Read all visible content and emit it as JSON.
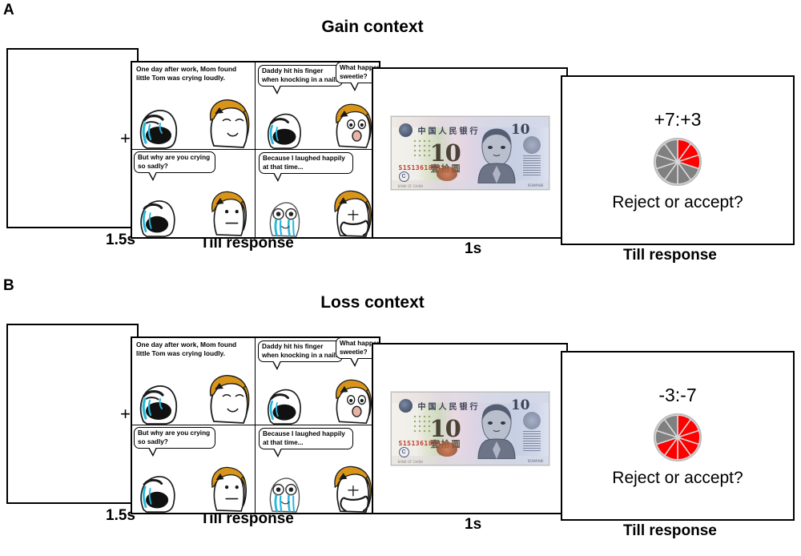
{
  "figure": {
    "panels": [
      {
        "letter": "A",
        "title": "Gain context",
        "screens": {
          "fixation": {
            "symbol": "+",
            "duration": "1.5s"
          },
          "story": {
            "duration": "Till response",
            "cells": [
              {
                "narration": "One day after work, Mom found little Tom was crying loudly.",
                "bubbles": []
              },
              {
                "narration": "",
                "bubbles": [
                  "Daddy hit his finger when knocking in a nail.",
                  "What happened, sweetie?"
                ]
              },
              {
                "narration": "",
                "bubbles": [
                  "But why are you crying so sadly?"
                ]
              },
              {
                "narration": "",
                "bubbles": [
                  "Because I laughed happily at that time..."
                ]
              }
            ]
          },
          "money": {
            "duration": "1s",
            "note": {
              "denomination": "10",
              "bank_name": "中国人民银行",
              "amount_chinese": "壹拾圆",
              "serial": "S1S1361804",
              "badge": "C"
            }
          },
          "decision": {
            "duration": "Till response",
            "offer": "+7:+3",
            "question": "Reject or accept?",
            "pie": {
              "segments": 10,
              "highlighted": 3,
              "highlight_color": "#ff0000",
              "base_color": "#808080"
            }
          }
        }
      },
      {
        "letter": "B",
        "title": "Loss context",
        "screens": {
          "fixation": {
            "symbol": "+",
            "duration": "1.5s"
          },
          "story": {
            "duration": "Till response",
            "cells": [
              {
                "narration": "One day after work, Mom found little Tom was crying loudly.",
                "bubbles": []
              },
              {
                "narration": "",
                "bubbles": [
                  "Daddy hit his finger when knocking in a nail.",
                  "What happened, sweetie?"
                ]
              },
              {
                "narration": "",
                "bubbles": [
                  "But why are you crying so sadly?"
                ]
              },
              {
                "narration": "",
                "bubbles": [
                  "Because I laughed happily at that time..."
                ]
              }
            ]
          },
          "money": {
            "duration": "1s",
            "note": {
              "denomination": "10",
              "bank_name": "中国人民银行",
              "amount_chinese": "壹拾圆",
              "serial": "S1S1361804",
              "badge": "C"
            }
          },
          "decision": {
            "duration": "Till response",
            "offer": "-3:-7",
            "question": "Reject or accept?",
            "pie": {
              "segments": 10,
              "highlighted": 7,
              "highlight_color": "#ff0000",
              "base_color": "#808080"
            }
          }
        }
      }
    ]
  }
}
